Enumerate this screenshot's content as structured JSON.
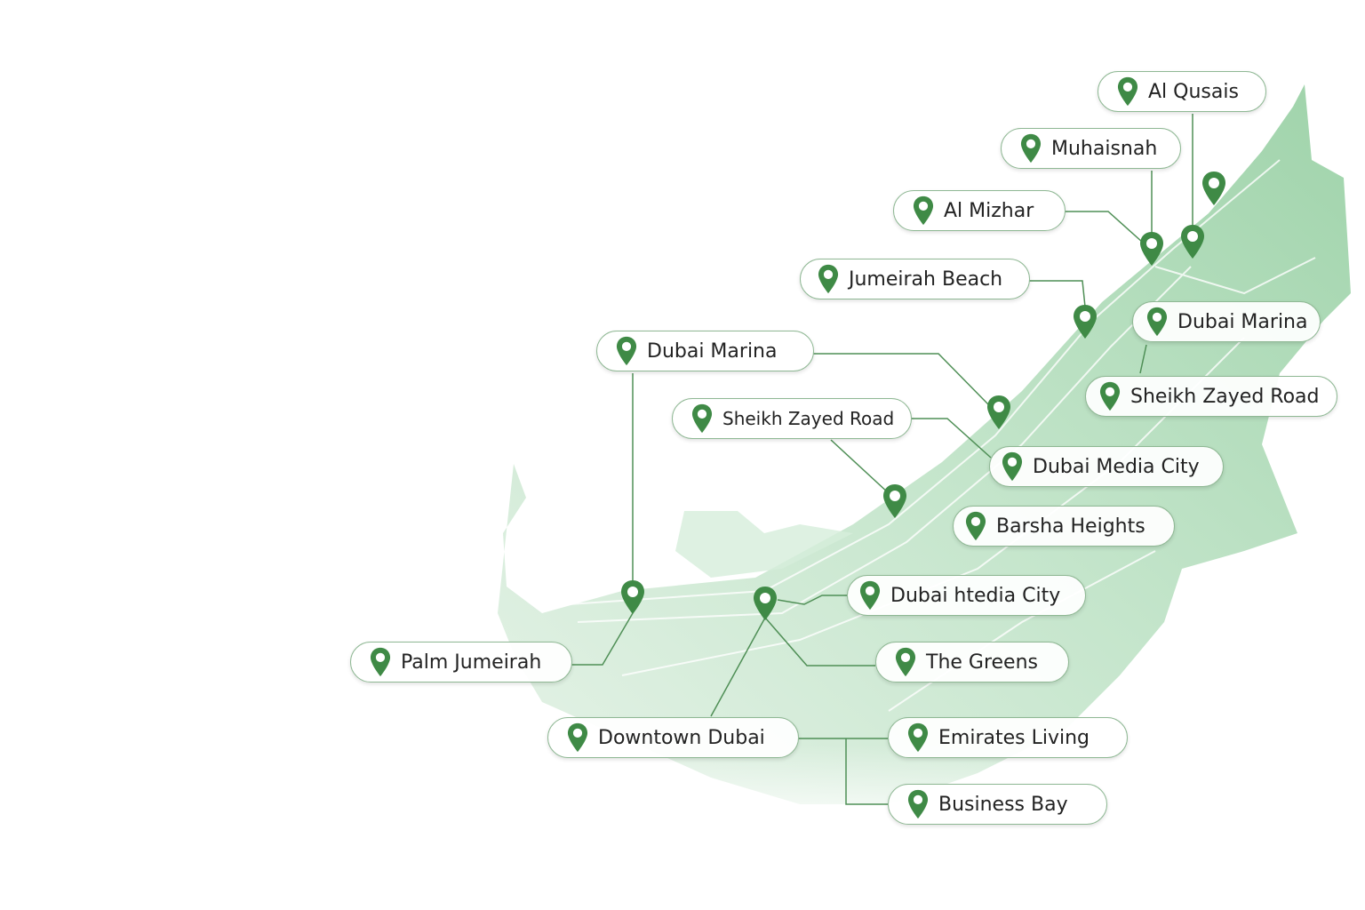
{
  "map": {
    "region": "Dubai",
    "colors": {
      "land": "#bfe2c6",
      "pin": "#3f8a46",
      "line": "#4f8f56",
      "border": "#8fb894"
    },
    "labels": [
      {
        "text": "Al Qusais",
        "icon": "map-pin-icon"
      },
      {
        "text": "Muhaisnah",
        "icon": "map-pin-icon"
      },
      {
        "text": "Al Mizhar",
        "icon": "map-pin-icon"
      },
      {
        "text": "Jumeirah Beach",
        "icon": "map-pin-icon"
      },
      {
        "text": "Dubai Marina",
        "icon": "map-pin-icon"
      },
      {
        "text": "Dubai Marina",
        "icon": "map-pin-icon"
      },
      {
        "text": "Sheikh Zayed Road",
        "icon": "map-pin-icon"
      },
      {
        "text": "Sheikh Zayed Road",
        "icon": "map-pin-icon"
      },
      {
        "text": "Dubai Media City",
        "icon": "map-pin-icon"
      },
      {
        "text": "Barsha Heights",
        "icon": "map-pin-icon"
      },
      {
        "text": "Dubai htedia City",
        "icon": "map-pin-icon"
      },
      {
        "text": "Palm Jumeirah",
        "icon": "map-pin-icon"
      },
      {
        "text": "The Greens",
        "icon": "map-pin-icon"
      },
      {
        "text": "Downtown Dubai",
        "icon": "map-pin-icon"
      },
      {
        "text": "Emirates Living",
        "icon": "map-pin-icon"
      },
      {
        "text": "Business Bay",
        "icon": "map-pin-icon"
      }
    ]
  }
}
